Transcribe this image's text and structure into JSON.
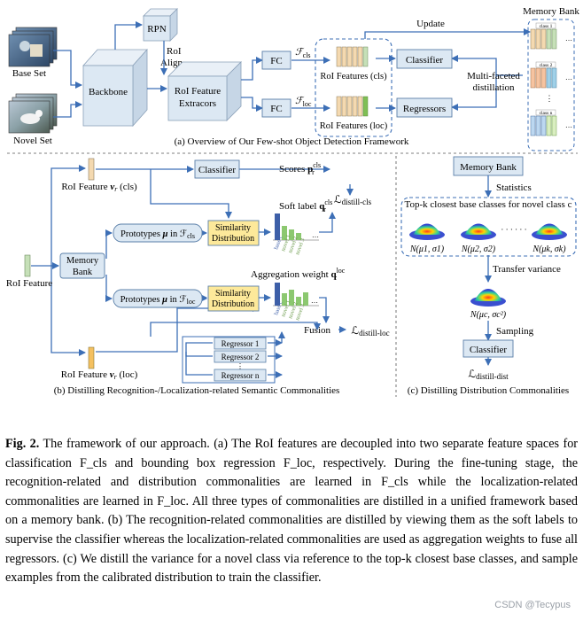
{
  "panel_a": {
    "base_set": "Base Set",
    "novel_set": "Novel Set",
    "backbone": "Backbone",
    "rpn": "RPN",
    "roi_align": "RoI Align",
    "roi_feature_extractor_1": "RoI Feature",
    "roi_feature_extractor_2": "Extracors",
    "fc": "FC",
    "f_cls": "F_cls",
    "f_loc": "F_loc",
    "roi_features_cls": "RoI Features (cls)",
    "roi_features_loc": "RoI Features (loc)",
    "classifier": "Classifier",
    "regressors": "Regressors",
    "update": "Update",
    "multi_faceted_1": "Multi-faceted",
    "multi_faceted_2": "distillation",
    "memory_bank": "Memory Bank",
    "class_labels": [
      "class 1",
      "class 2",
      "class n"
    ],
    "caption": "(a) Overview of Our Few-shot Object Detection Framework"
  },
  "panel_b": {
    "roi_feature": "RoI Feature",
    "roi_feature_cls": "RoI Feature v_r (cls)",
    "roi_feature_loc": "RoI Feature v_r (loc)",
    "classifier": "Classifier",
    "scores": "Scores p_r^cls",
    "l_distill_cls": "L_distill-cls",
    "soft_label": "Soft label q_r^cls",
    "memory_bank_1": "Memory",
    "memory_bank_2": "Bank",
    "prototypes_cls": "Prototypes μ in F_cls",
    "prototypes_loc": "Prototypes μ in F_loc",
    "similarity_1": "Similarity",
    "similarity_2": "Distribution",
    "aggregation_weight": "Aggregation weight q_r^loc",
    "fusion": "Fusion",
    "l_distill_loc": "L_distill-loc",
    "regressors": [
      "Regressor 1",
      "Regressor 2",
      "⋮",
      "Regressor n"
    ],
    "bar_labels": [
      "base c",
      "novel 1",
      "novel 2",
      "novel 3"
    ],
    "caption": "(b) Distilling Recognition-/Localization-related Semantic Commonalities"
  },
  "panel_c": {
    "memory_bank": "Memory Bank",
    "statistics": "Statistics",
    "topk": "Top-k closest base classes for novel class c",
    "n1": "N(μ1, σ1)",
    "n2": "N(μ2, σ2)",
    "nk": "N(μk, σk)",
    "dots": "· · · · · ·",
    "transfer_variance": "Transfer variance",
    "nc": "N(μc, σc²)",
    "sampling": "Sampling",
    "classifier": "Classifier",
    "l_distill_dist": "L_distill-dist",
    "caption": "(c) Distilling Distribution Commonalities"
  },
  "caption": {
    "lead": "Fig. 2.",
    "text": " The framework of our approach. (a) The RoI features are decoupled into two separate feature spaces for classification F_cls and bounding box regression F_loc, respectively. During the fine-tuning stage, the recognition-related and distribution commonalities are learned in F_cls while the localization-related commonalities are learned in F_loc. All three types of commonalities are distilled in a unified framework based on a memory bank. (b) The recognition-related commonalities are distilled by viewing them as the soft labels to supervise the classifier whereas the localization-related commonalities are used as aggregation weights to fuse all regressors. (c) We distill the variance for a novel class via reference to the top-k closest base classes, and sample examples from the calibrated distribution to train the classifier."
  },
  "watermark": "CSDN @Tecypus",
  "colors": {
    "box_fill": "#dce8f3",
    "box_stroke": "#5a7fa8",
    "arrow": "#3d6fb6",
    "sim_fill": "#fde99a",
    "dashed": "#3d6fb6"
  }
}
